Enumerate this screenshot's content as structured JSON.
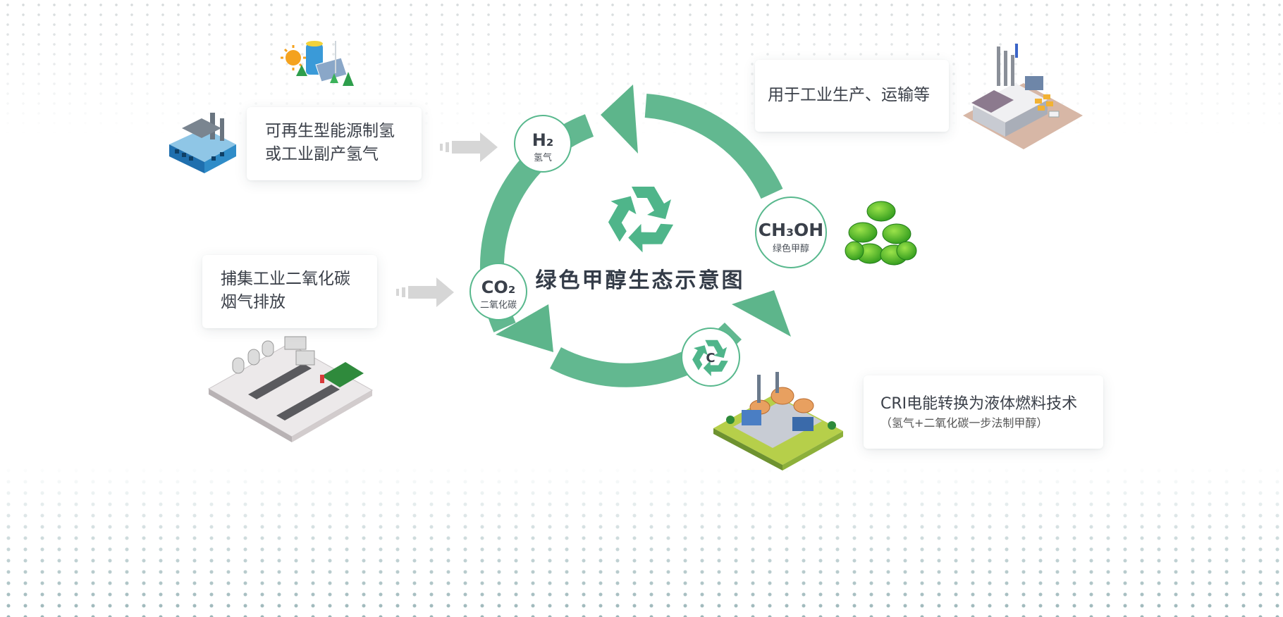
{
  "diagram": {
    "title": "绿色甲醇生态示意图",
    "nodes": {
      "h2": {
        "formula": "H₂",
        "name": "氢气"
      },
      "co2": {
        "formula": "CO₂",
        "name": "二氧化碳"
      },
      "methanol": {
        "formula": "CH₃OH",
        "name": "绿色甲醇"
      },
      "carbon": {
        "symbol": "C"
      }
    },
    "cards": {
      "h2_source": {
        "line1": "可再生型能源制氢",
        "line2": "或工业副产氢气"
      },
      "co2_source": {
        "line1": "捕集工业二氧化碳",
        "line2": "烟气排放"
      },
      "usage": {
        "line1": "用于工业生产、运输等"
      },
      "cri": {
        "line1": "CRI电能转换为液体燃料技术",
        "line2": "（氢气+二氧化碳一步法制甲醇）"
      }
    },
    "colors": {
      "cycle_green": "#4fb58a",
      "accent_green": "#3fae7c",
      "arrow_gray": "#d4d4d4"
    },
    "icons": [
      "renewable-energy-icon",
      "factory-icon",
      "chemical-plant-icon",
      "industrial-facility-icon",
      "green-barrels-icon",
      "refinery-icon",
      "recycle-icon"
    ]
  }
}
